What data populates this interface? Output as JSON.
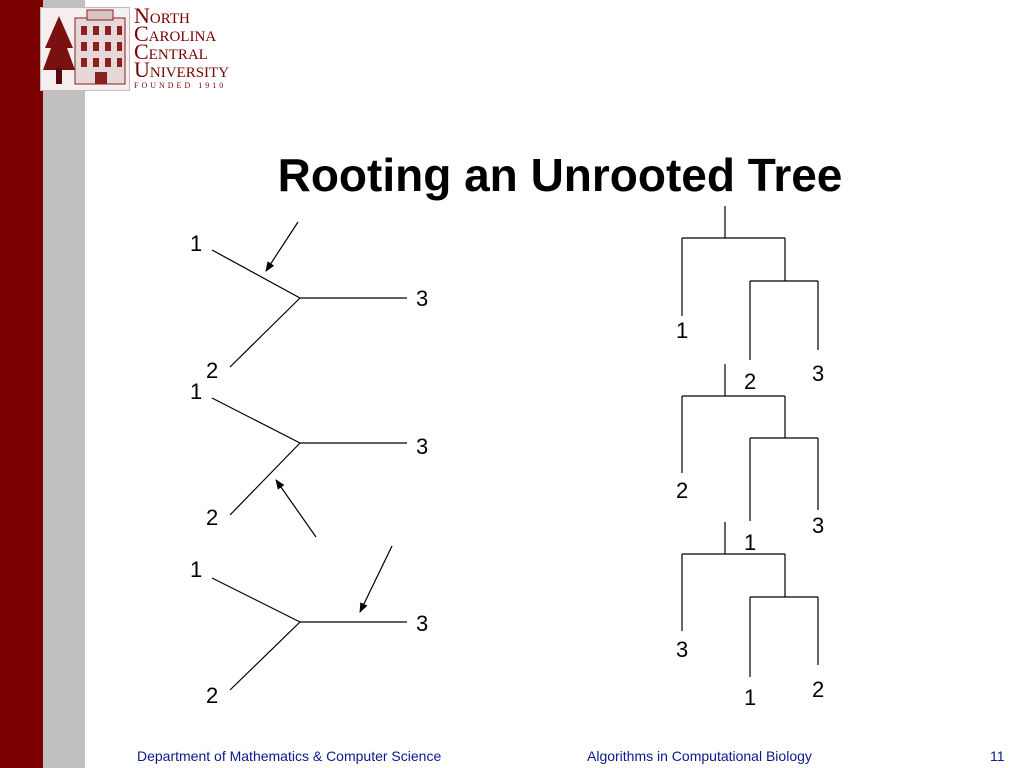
{
  "colors": {
    "accent": "#7a0000",
    "sidebar_gray": "#c0c0c0",
    "footer_text": "#0a1a8c",
    "ink": "#000000"
  },
  "logo": {
    "lines": [
      "North",
      "Carolina",
      "Central",
      "University"
    ],
    "founded": "FOUNDED 1910",
    "icon": "university-building-with-tree"
  },
  "title": "Rooting an Unrooted Tree",
  "unrooted_trees": [
    {
      "labels": [
        "1",
        "3",
        "2"
      ],
      "arrow_on": "edge-1"
    },
    {
      "labels": [
        "1",
        "3",
        "2"
      ],
      "arrow_on": "edge-2"
    },
    {
      "labels": [
        "1",
        "3",
        "2"
      ],
      "arrow_on": "edge-3"
    }
  ],
  "rooted_trees": [
    {
      "outgroup": "1",
      "pair": [
        "2",
        "3"
      ]
    },
    {
      "outgroup": "2",
      "pair": [
        "1",
        "3"
      ]
    },
    {
      "outgroup": "3",
      "pair": [
        "1",
        "2"
      ]
    }
  ],
  "footer": {
    "left": "Department of Mathematics & Computer Science",
    "center": "Algorithms in Computational Biology",
    "page": "11"
  }
}
